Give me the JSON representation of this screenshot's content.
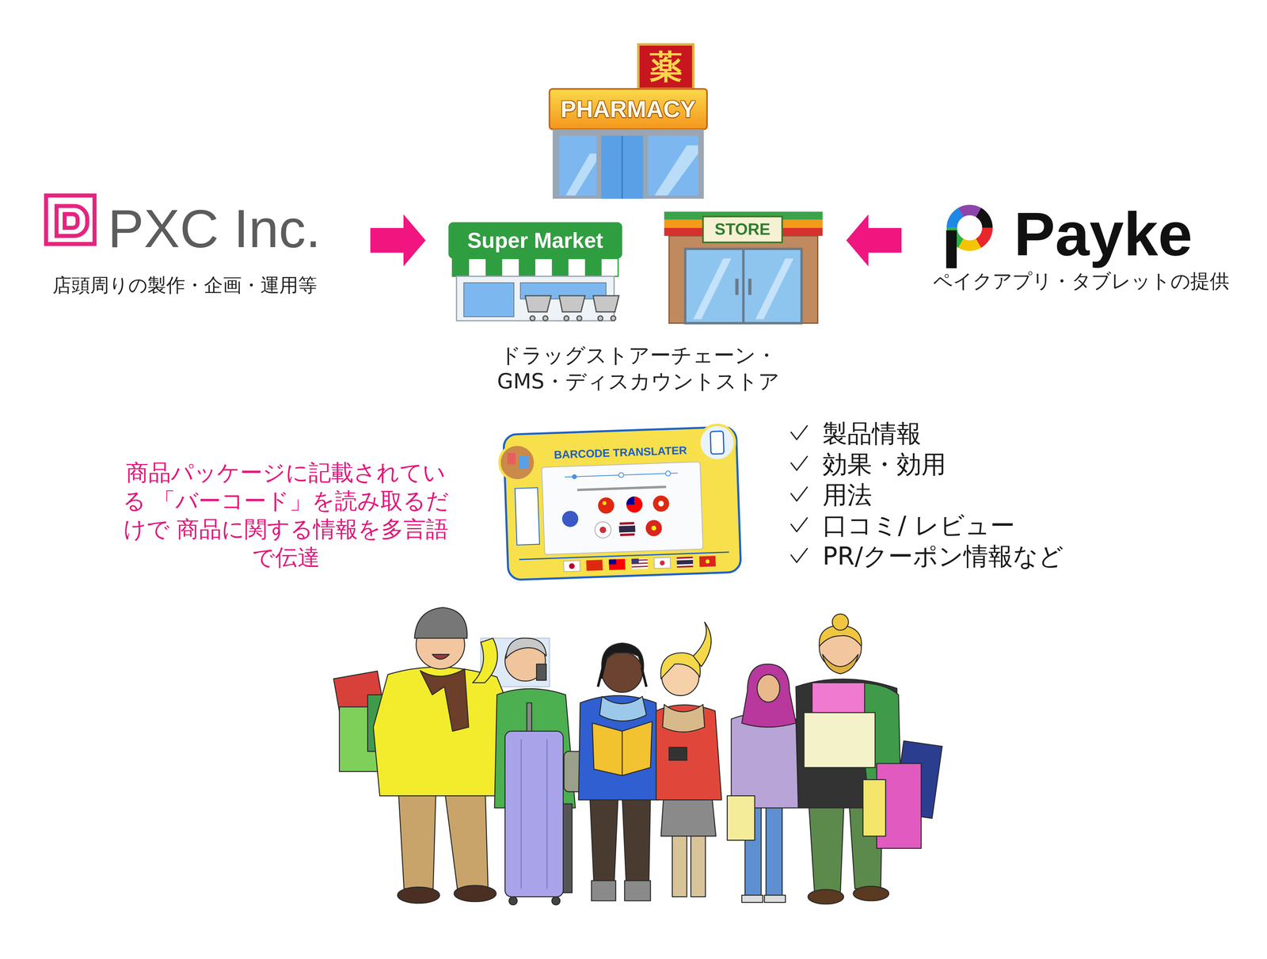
{
  "diagram": {
    "nodes": [
      {
        "text": [
          "PXC Inc.",
          "店頭周りの製作・企画・運用等"
        ]
      },
      {
        "text": [
          "ドラッグストアーチェーン・ GMS・ディスカウントストア"
        ]
      },
      {
        "text": [
          "薬",
          "PHARMACY"
        ],
        "in": 1
      },
      {
        "text": [
          "Super Market"
        ],
        "in": 1
      },
      {
        "text": [
          "STORE"
        ],
        "in": 1
      },
      {
        "text": [
          "Payke",
          "ペイクアプリ・タブレットの提供"
        ]
      },
      {
        "text": [
          "BARCODE TRANSLATER"
        ]
      }
    ],
    "edges": [
      {
        "from": 0,
        "to": 3,
        "arrow": "to"
      },
      {
        "from": 5,
        "to": 4,
        "arrow": "to"
      }
    ],
    "labels": [
      "商品パッケージに記載されている 「バーコード」を読み取るだけで 商品に関する情報を多言語で伝達",
      "製品情報",
      "効果・効用",
      "用法",
      "口コミ/ レビュー",
      "PR/クーポン情報など"
    ]
  }
}
